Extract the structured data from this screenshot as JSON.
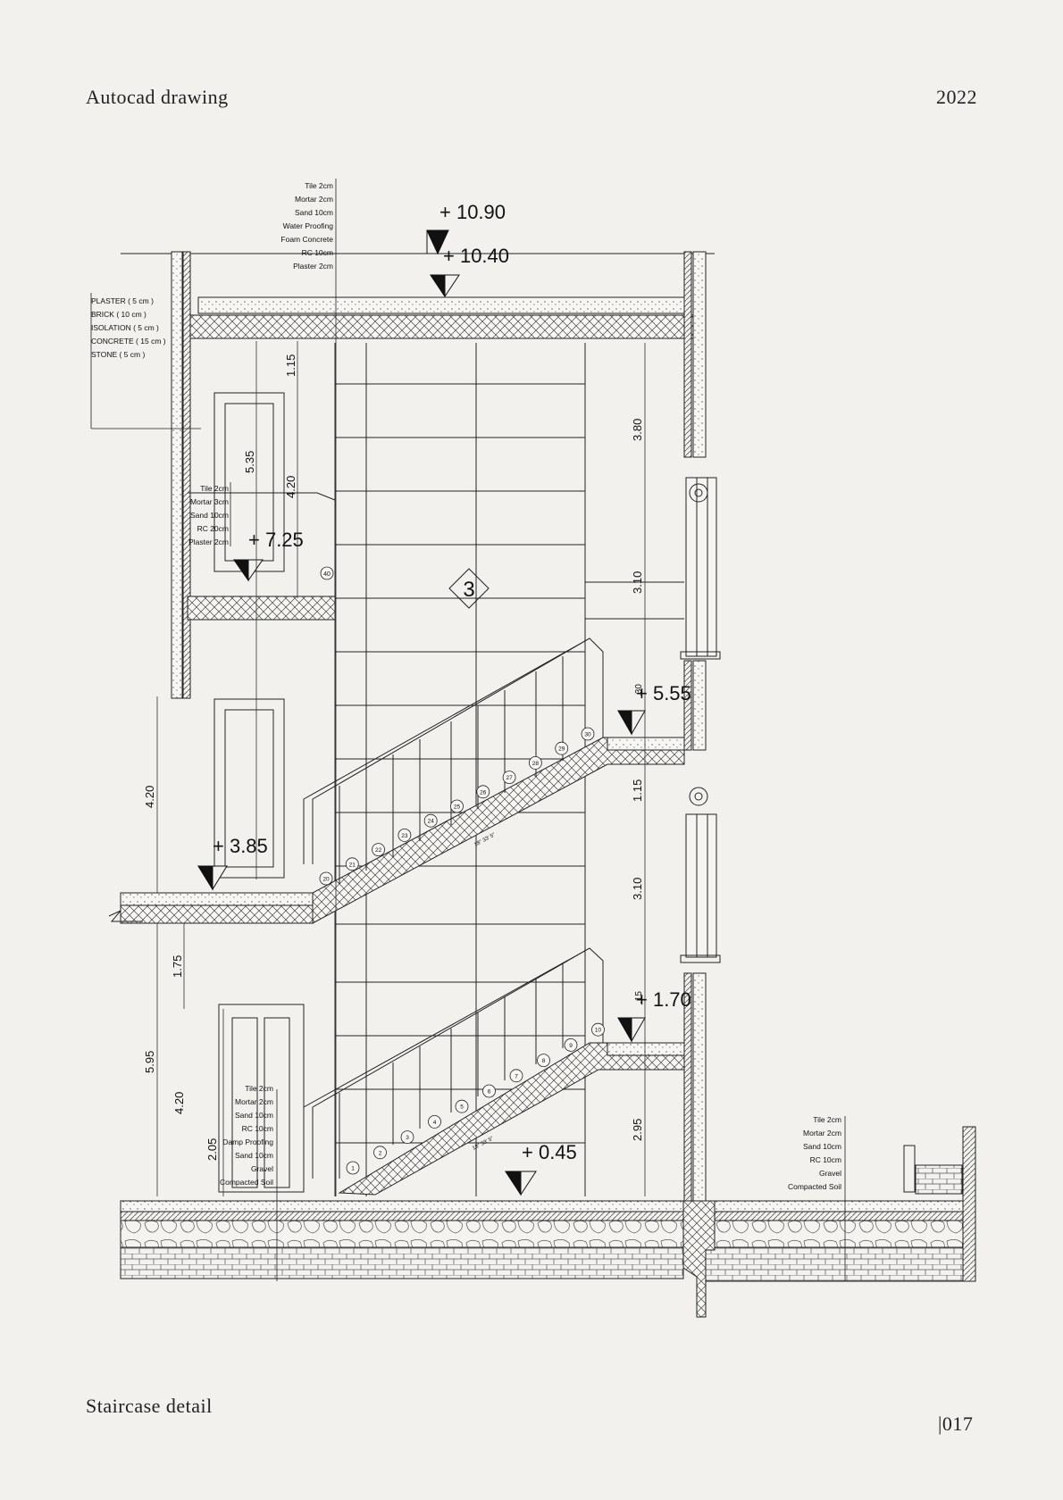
{
  "header": {
    "title": "Autocad drawing",
    "year": "2022"
  },
  "footer": {
    "caption": "Staircase detail",
    "page": "|017"
  },
  "diagram": {
    "levels": [
      "+ 10.90",
      "+ 10.40",
      "+ 7.25",
      "+ 5.55",
      "+ 3.85",
      "+ 1.70",
      "+ 0.45"
    ],
    "roof_layers": [
      "Tile 2cm",
      "Mortar 2cm",
      "Sand 10cm",
      "Water Proofing",
      "Foam Concrete",
      "RC 10cm",
      "Plaster 2cm"
    ],
    "wall_layers": [
      "PLASTER ( 5 cm )",
      "BRICK ( 10 cm )",
      "ISOLATION ( 5 cm )",
      "CONCRETE ( 15 cm )",
      "STONE ( 5 cm )"
    ],
    "landing_layers": [
      "Tile 2cm",
      "Mortar 3cm",
      "Sand 10cm",
      "RC 20cm",
      "Plaster 2cm"
    ],
    "ground_layers": [
      "Tile 2cm",
      "Mortar 2cm",
      "Sand 10cm",
      "RC 10cm",
      "Damp Proofing",
      "Sand 10cm",
      "Gravel",
      "Compacted Soil"
    ],
    "outdoor_layers": [
      "Tile 2cm",
      "Mortar 2cm",
      "Sand 10cm",
      "RC 10cm",
      "Gravel",
      "Compacted Soil"
    ],
    "dimensions": {
      "left_upper": [
        "1.15",
        "5.35",
        "4.20"
      ],
      "left_mid": [
        "4.20"
      ],
      "left_lower": [
        "1.75",
        "5.95",
        "4.20",
        "2.05"
      ],
      "right": [
        "3.80",
        "3.10",
        "1.15",
        "3.10",
        "2.95"
      ],
      "right_small": [
        ".30",
        ".15"
      ]
    },
    "flight_label": "3",
    "slope_label": "18° 33' 5\"",
    "step_numbers_lower": [
      "1",
      "2",
      "3",
      "4",
      "5",
      "6",
      "7",
      "8",
      "9",
      "10"
    ],
    "step_numbers_upper": [
      "20",
      "21",
      "22",
      "23",
      "24",
      "25",
      "26",
      "27",
      "28",
      "29",
      "30"
    ],
    "step_number_top": "40"
  }
}
